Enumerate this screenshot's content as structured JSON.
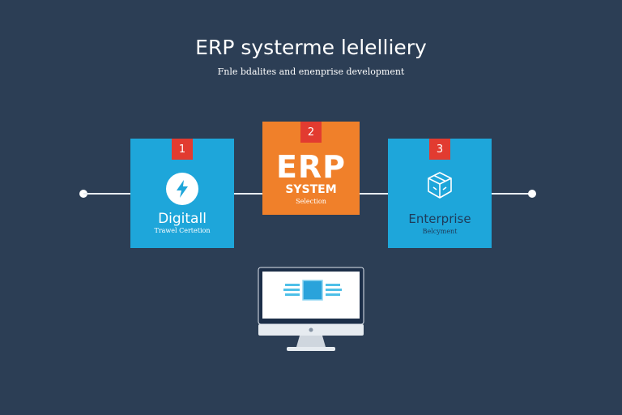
{
  "header": {
    "title": "ERP systerme lelelliery",
    "subtitle": "Fnle bdalites and enenprise development"
  },
  "steps": [
    {
      "number": "1",
      "name": "Digitall",
      "caption": "Trawel Certetion",
      "icon": "lightning-icon"
    },
    {
      "number": "2",
      "name": "ERP",
      "subname": "SYSTEM",
      "caption": "Selection"
    },
    {
      "number": "3",
      "name": "Enterprise",
      "caption": "Belcyment",
      "icon": "cube-icon"
    }
  ],
  "colors": {
    "background": "#2c3e55",
    "blue": "#1ea6da",
    "orange": "#f0802a",
    "badge": "#e23b30"
  },
  "illustration": {
    "icon": "computer-monitor-icon"
  }
}
